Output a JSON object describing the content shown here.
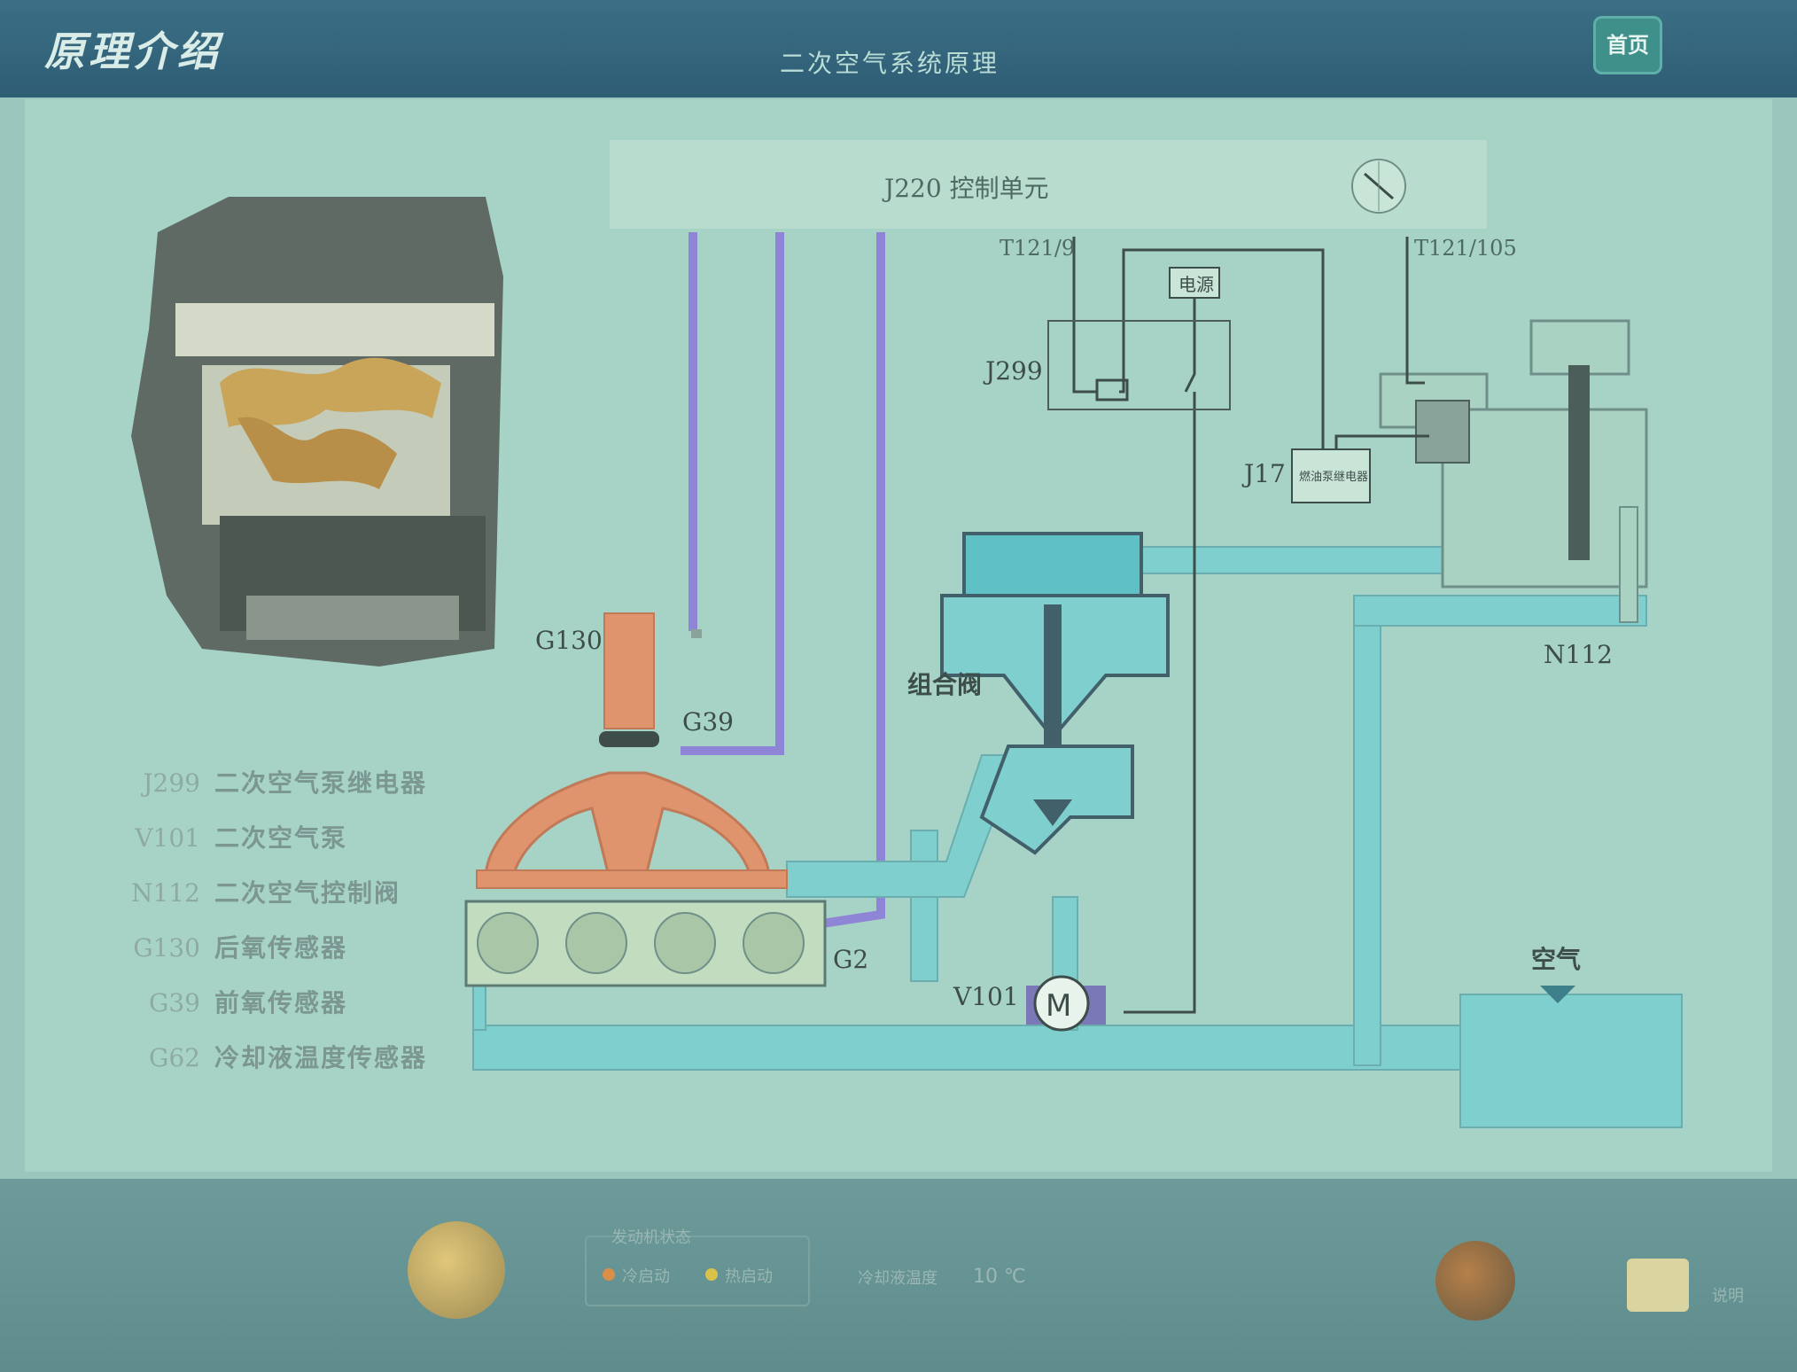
{
  "header": {
    "app_title": "原理介绍",
    "page_title": "二次空气系统原理",
    "home_label": "首页"
  },
  "diagram": {
    "control_unit": "J220  控制单元",
    "pin_t121_9": "T121/9",
    "pin_t121_105": "T121/105",
    "power_label": "电源",
    "j299_label": "J299",
    "j17_label": "J17",
    "j17_box": "燃油泵继电器",
    "combo_valve": "组合阀",
    "n112_label": "N112",
    "g130_label": "G130",
    "g39_label": "G39",
    "g2_label": "G2",
    "v101_label": "V101",
    "motor_label": "M",
    "air_label": "空气"
  },
  "legend": [
    {
      "code": "J299",
      "text": "二次空气泵继电器"
    },
    {
      "code": "V101",
      "text": "二次空气泵"
    },
    {
      "code": "N112",
      "text": "二次空气控制阀"
    },
    {
      "code": "G130",
      "text": "后氧传感器"
    },
    {
      "code": "G39",
      "text": "前氧传感器"
    },
    {
      "code": "G62",
      "text": "冷却液温度传感器"
    }
  ],
  "bottombar": {
    "panel_title": "发动机状态",
    "option_cold": "冷启动",
    "option_hot": "热启动",
    "temp_label": "冷却液温度",
    "temp_value": "10 ℃",
    "right_label": "说明"
  },
  "colors": {
    "pipe": "#7fcfcf",
    "exhaust": "#e0946e",
    "wire_purple": "#8f85d6",
    "wire_dark": "#3d4d4a"
  }
}
